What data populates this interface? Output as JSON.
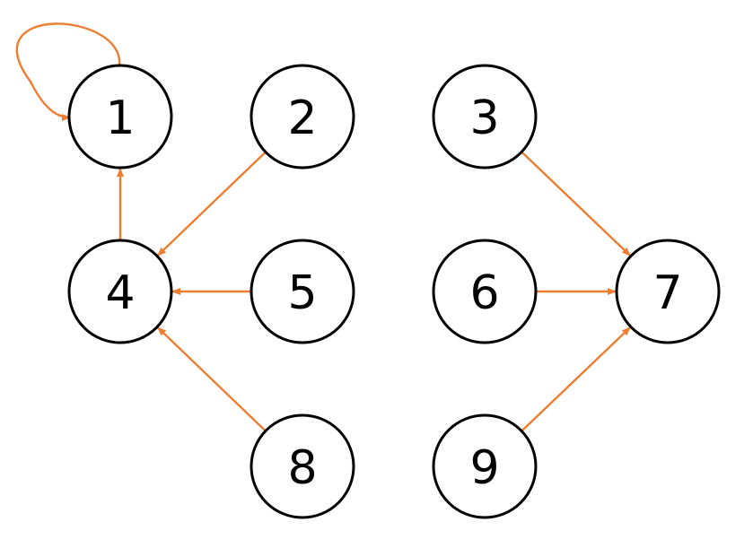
{
  "colors": {
    "edge": "#ED7D31",
    "node_stroke": "#000000",
    "node_fill": "#FFFFFF",
    "label": "#000000"
  },
  "nodes": [
    {
      "id": "1",
      "label": "1"
    },
    {
      "id": "2",
      "label": "2"
    },
    {
      "id": "3",
      "label": "3"
    },
    {
      "id": "4",
      "label": "4"
    },
    {
      "id": "5",
      "label": "5"
    },
    {
      "id": "6",
      "label": "6"
    },
    {
      "id": "7",
      "label": "7"
    },
    {
      "id": "8",
      "label": "8"
    },
    {
      "id": "9",
      "label": "9"
    }
  ],
  "edges": [
    {
      "from": "1",
      "to": "1"
    },
    {
      "from": "4",
      "to": "1"
    },
    {
      "from": "2",
      "to": "4"
    },
    {
      "from": "5",
      "to": "4"
    },
    {
      "from": "8",
      "to": "4"
    },
    {
      "from": "3",
      "to": "7"
    },
    {
      "from": "6",
      "to": "7"
    },
    {
      "from": "9",
      "to": "7"
    }
  ]
}
